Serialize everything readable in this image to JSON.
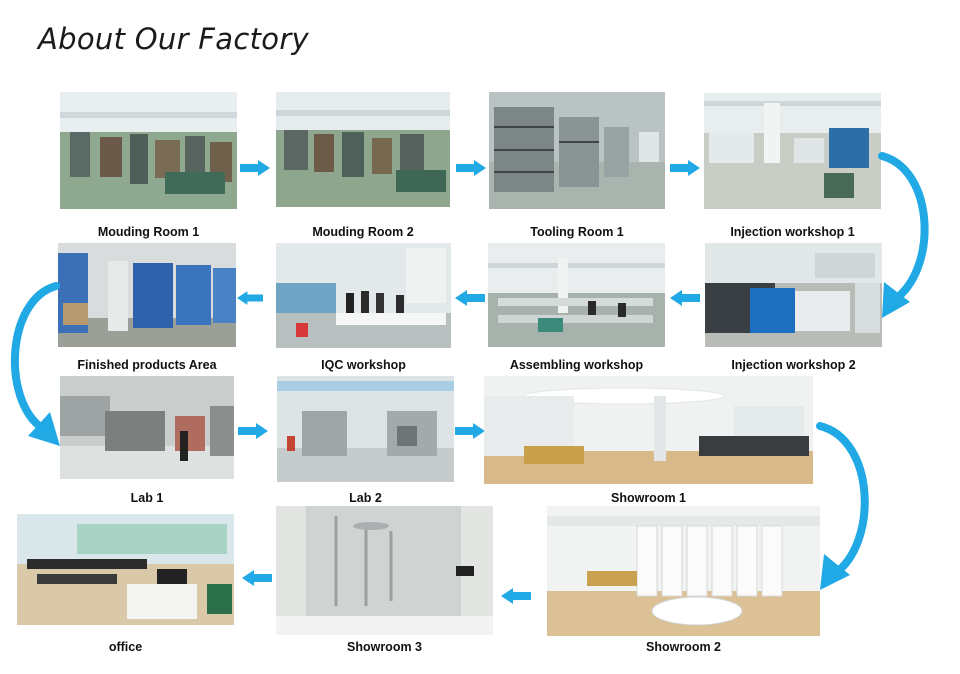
{
  "page": {
    "title": "About Our Factory"
  },
  "colors": {
    "arrow": "#21a9e6",
    "floor_green": "#8fa890",
    "floor_wood": "#d8b98a"
  },
  "photos": [
    {
      "id": "mouding-room-1",
      "caption": "Mouding Room 1",
      "icon": "factory-photo"
    },
    {
      "id": "mouding-room-2",
      "caption": "Mouding Room 2",
      "icon": "factory-photo"
    },
    {
      "id": "tooling-room-1",
      "caption": "Tooling Room 1",
      "icon": "factory-photo"
    },
    {
      "id": "injection-workshop-1",
      "caption": "Injection workshop 1",
      "icon": "factory-photo"
    },
    {
      "id": "finished-products-area",
      "caption": "Finished products Area",
      "icon": "warehouse-photo"
    },
    {
      "id": "iqc-workshop",
      "caption": "IQC workshop",
      "icon": "workshop-photo"
    },
    {
      "id": "assembling-workshop",
      "caption": "Assembling workshop",
      "icon": "workshop-photo"
    },
    {
      "id": "injection-workshop-2",
      "caption": "Injection workshop 2",
      "icon": "factory-photo"
    },
    {
      "id": "lab-1",
      "caption": "Lab 1",
      "icon": "lab-photo"
    },
    {
      "id": "lab-2",
      "caption": "Lab 2",
      "icon": "lab-photo"
    },
    {
      "id": "showroom-1",
      "caption": "Showroom 1",
      "icon": "showroom-photo"
    },
    {
      "id": "office",
      "caption": "office",
      "icon": "office-photo"
    },
    {
      "id": "showroom-3",
      "caption": "Showroom 3",
      "icon": "showroom-photo"
    },
    {
      "id": "showroom-2",
      "caption": "Showroom 2",
      "icon": "showroom-photo"
    }
  ]
}
